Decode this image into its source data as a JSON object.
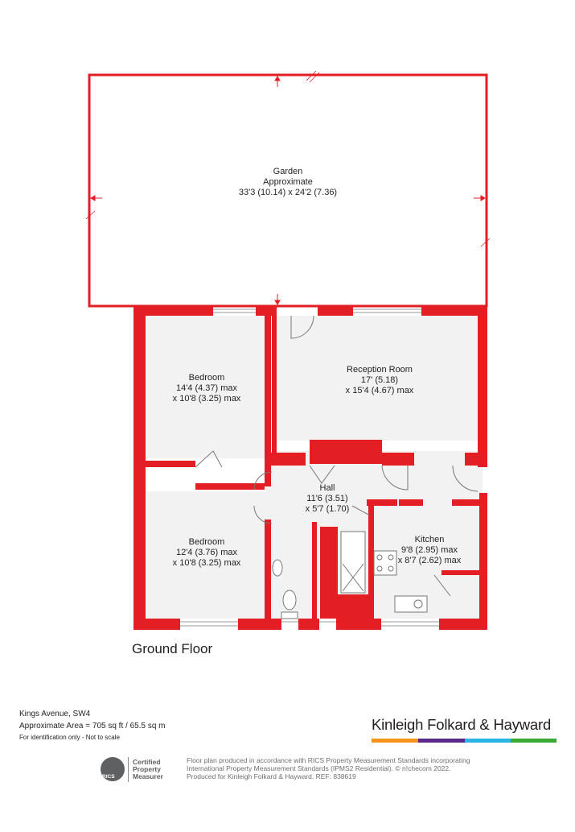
{
  "rooms": {
    "garden": {
      "name": "Garden",
      "line2": "Approximate",
      "dims": "33'3 (10.14) x 24'2 (7.36)"
    },
    "bedroom1": {
      "name": "Bedroom",
      "dims1": "14'4 (4.37) max",
      "dims2": "x 10'8 (3.25) max"
    },
    "reception": {
      "name": "Reception Room",
      "dims1": "17' (5.18)",
      "dims2": "x 15'4 (4.67) max"
    },
    "hall": {
      "name": "Hall",
      "dims1": "11'6 (3.51)",
      "dims2": "x 5'7 (1.70)"
    },
    "bedroom2": {
      "name": "Bedroom",
      "dims1": "12'4 (3.76) max",
      "dims2": "x 10'8 (3.25) max"
    },
    "kitchen": {
      "name": "Kitchen",
      "dims1": "9'8 (2.95) max",
      "dims2": "x 8'7 (2.62) max"
    }
  },
  "floor_label": "Ground Floor",
  "address": {
    "street": "Kings Avenue, SW4",
    "area": "Approximate Area = 705 sq ft / 65.5 sq m",
    "note": "For identification only - Not to scale"
  },
  "brand": {
    "name": "Kinleigh Folkard & Hayward",
    "stripe_colors": [
      "#f7941d",
      "#5b2a86",
      "#29b6e6",
      "#3aaa35"
    ]
  },
  "rics": {
    "logo": "RICS",
    "cert_line1": "Certified",
    "cert_line2": "Property",
    "cert_line3": "Measurer"
  },
  "disclaimer": {
    "line1": "Floor plan produced in accordance with RICS Property Measurement Standards incorporating",
    "line2": "International Property Measurement Standards (IPMS2 Residential).  © n!checom 2022.",
    "line3": "Produced for Kinleigh Folkard & Hayward.   REF: 838619"
  },
  "colors": {
    "wall": "#e31e24",
    "floor": "#f2f2f2",
    "text": "#231f20"
  }
}
